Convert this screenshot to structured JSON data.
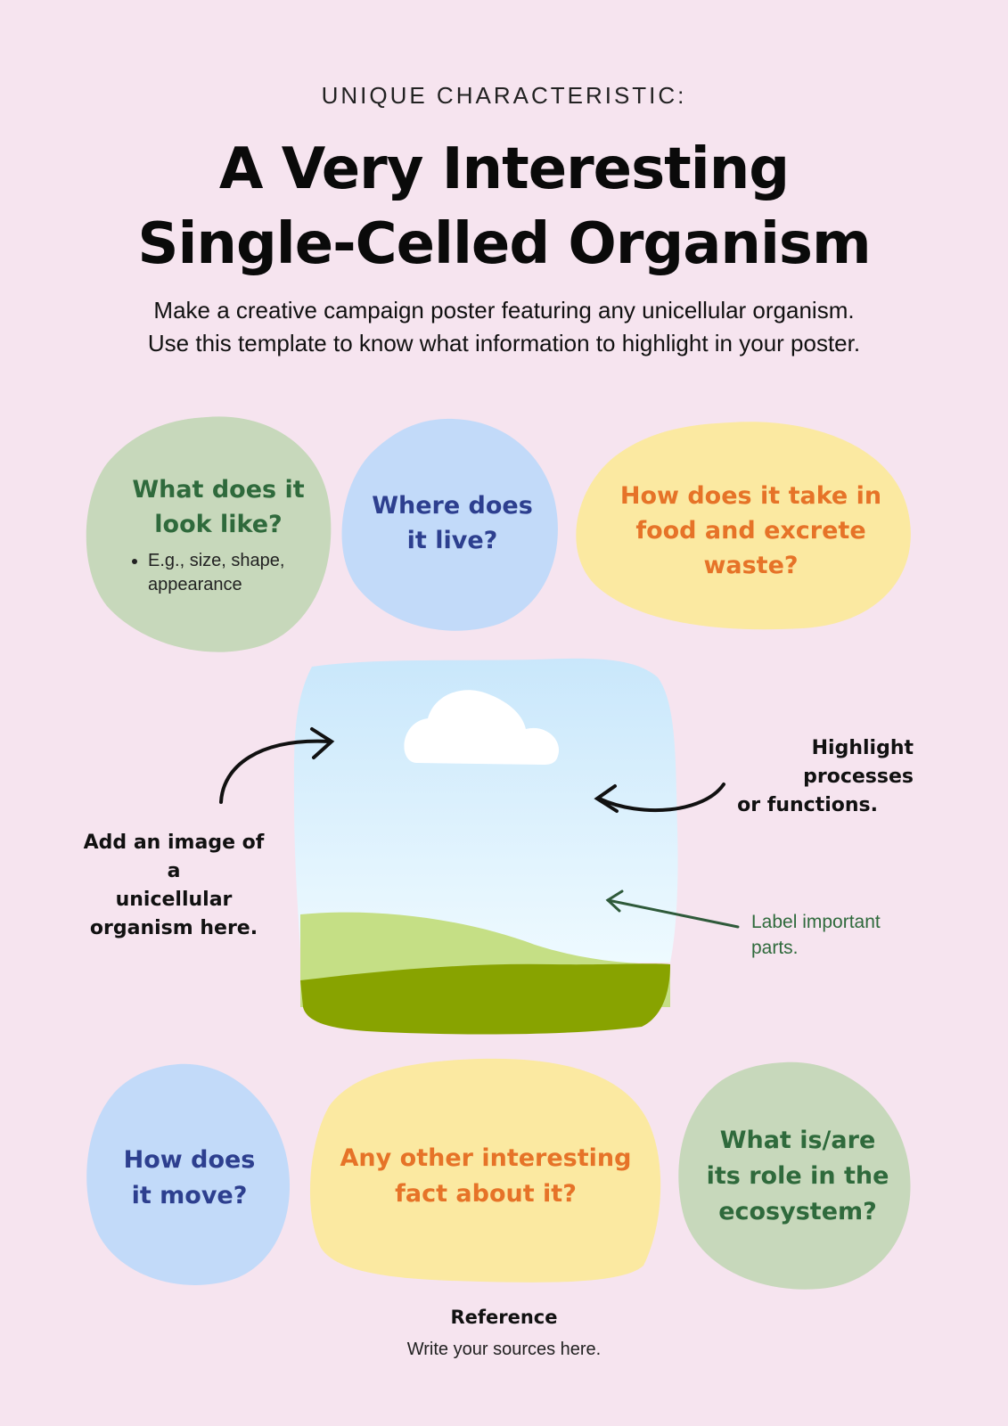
{
  "header": {
    "kicker": "UNIQUE CHARACTERISTIC:",
    "title_line1": "A Very Interesting",
    "title_line2": "Single-Celled Organism",
    "intro_line1": "Make a creative campaign poster featuring any unicellular organism.",
    "intro_line2": "Use this template to know what information to highlight in your poster."
  },
  "prompts": {
    "look_like_line1": "What does it",
    "look_like_line2": "look like?",
    "look_like_bullet_line1": "E.g., size, shape,",
    "look_like_bullet_line2": "appearance",
    "live_line1": "Where does",
    "live_line2": "it live?",
    "food_line1": "How does it take in",
    "food_line2": "food and excrete",
    "food_line3": "waste?",
    "move_line1": "How does",
    "move_line2": "it move?",
    "fact_line1": "Any other interesting",
    "fact_line2": "fact about it?",
    "role_line1": "What is/are",
    "role_line2": "its role in the",
    "role_line3": "ecosystem?"
  },
  "notes": {
    "add_image_line1": "Add an image of a",
    "add_image_line2": "unicellular",
    "add_image_line3": "organism here.",
    "highlight_line1": "Highlight processes",
    "highlight_line2": "or functions.",
    "label_line1": "Label important",
    "label_line2": "parts."
  },
  "reference": {
    "title": "Reference",
    "text": "Write your sources here."
  },
  "colors": {
    "background": "#f6e4ef",
    "green_blob": "#c7d8bb",
    "blue_blob": "#c2daf9",
    "yellow_blob": "#fbe9a1",
    "green_text": "#2f6a3c",
    "blue_text": "#2d3f8f",
    "orange_text": "#e67328"
  }
}
